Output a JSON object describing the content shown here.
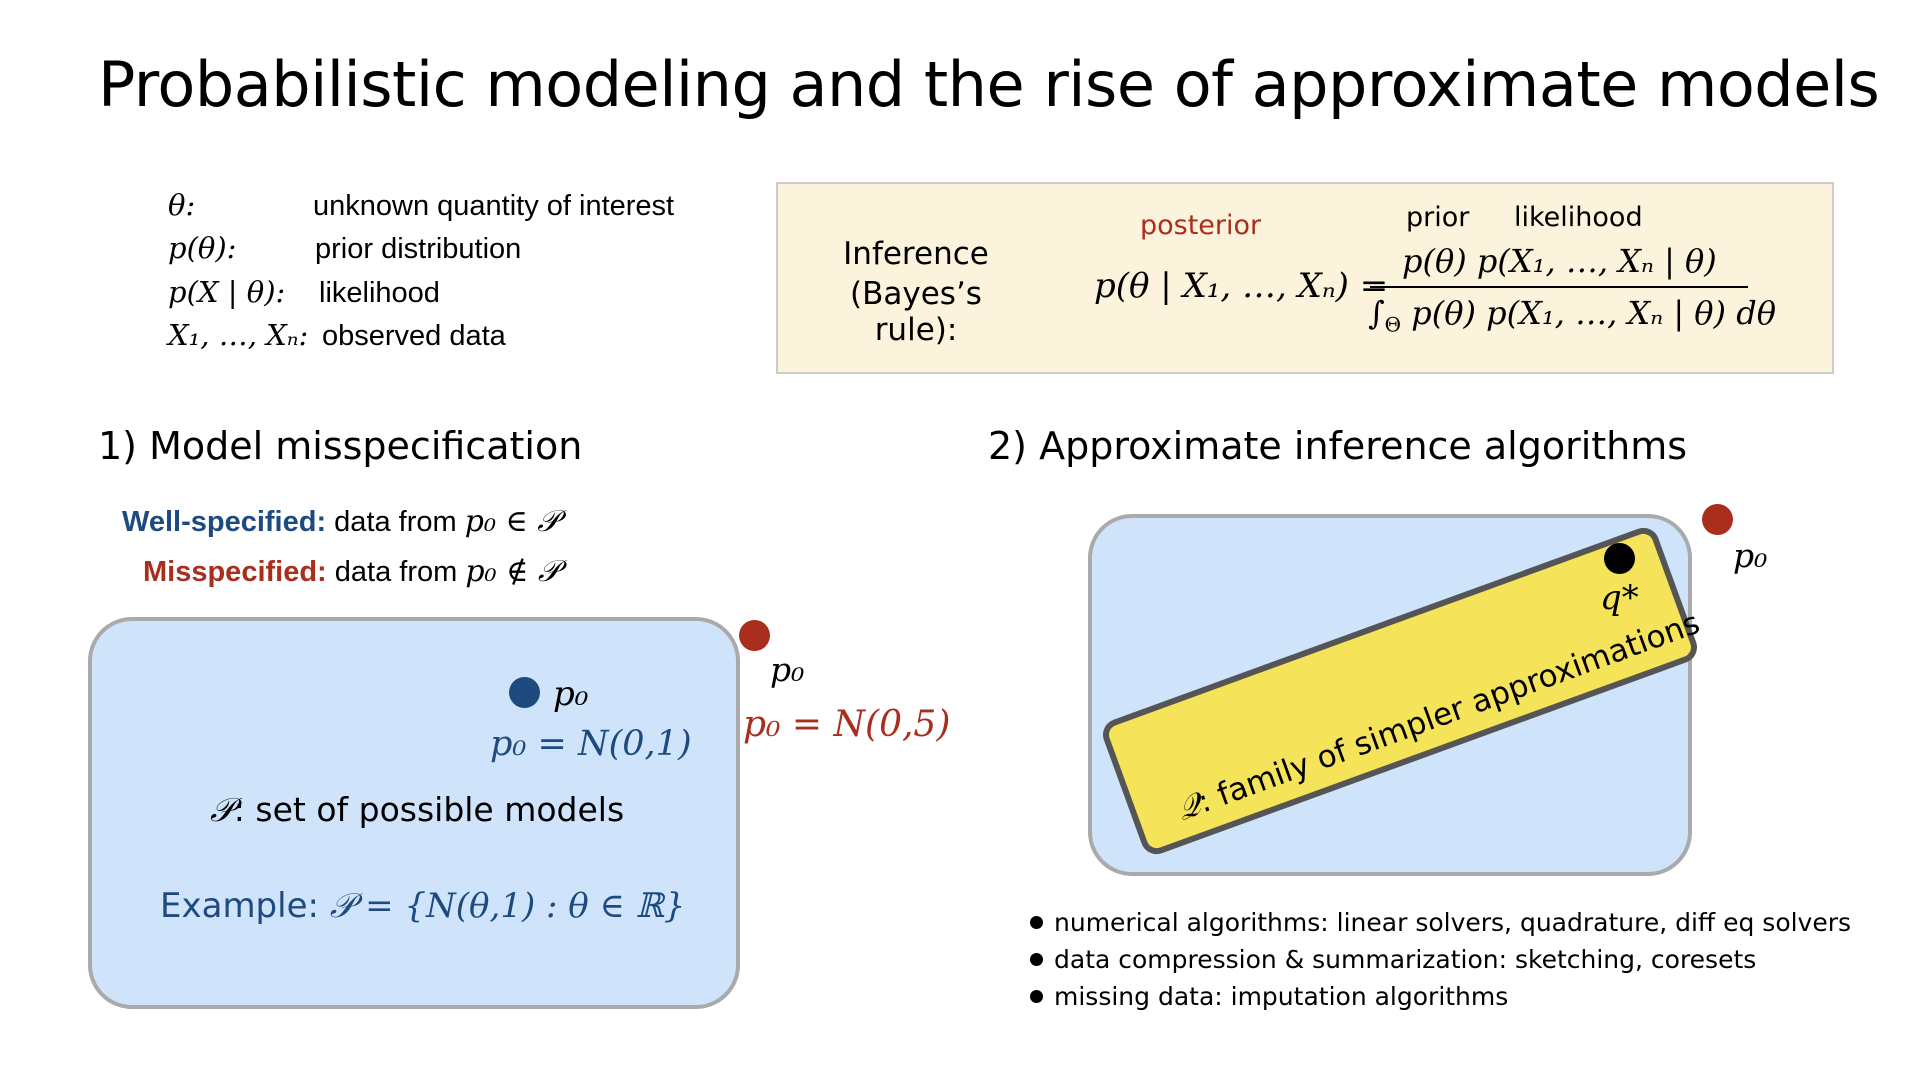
{
  "title": "Probabilistic modeling and the rise of approximate models",
  "definitions": [
    {
      "symbol": "θ:",
      "text": "unknown quantity of interest"
    },
    {
      "symbol": "p(θ):",
      "text": "prior distribution"
    },
    {
      "symbol": "p(X | θ):",
      "text": "likelihood"
    },
    {
      "symbol": "X₁, …, Xₙ:",
      "text": "observed data"
    }
  ],
  "bayes": {
    "label_line1": "Inference",
    "label_line2": "(Bayes’s rule):",
    "posterior_label": "posterior",
    "prior_label": "prior",
    "likelihood_label": "likelihood",
    "lhs": "p(θ | X₁, …, Xₙ) =",
    "numerator": "p(θ) p(X₁, …, Xₙ | θ)",
    "denominator": "∫",
    "denominator_sub": "Θ",
    "denominator_rest": " p(θ) p(X₁, …, Xₙ | θ) dθ"
  },
  "section1": {
    "heading": "1) Model misspecification",
    "well_label": "Well-specified:",
    "well_text": " data from ",
    "well_math": "p₀ ∈ 𝒫",
    "mis_label": "Misspecified:",
    "mis_text": " data from ",
    "mis_math": "p₀ ∉ 𝒫",
    "inner_p0": "p₀",
    "inner_p0_eq": "p₀ = N(0,1)",
    "set_symbol": "𝒫",
    "set_desc": ": set of possible models",
    "example_prefix": "Example: ",
    "example_math": "𝒫 = {N(θ,1) : θ ∈ ℝ}",
    "outer_p0": "p₀",
    "outer_p0_eq": "p₀ = N(0,5)"
  },
  "section2": {
    "heading": "2) Approximate inference algorithms",
    "outer_p0": "p₀",
    "q_star": "q*",
    "family_symbol": "𝒬",
    "family_desc": ": family of simpler approximations",
    "bullets": [
      "numerical algorithms: linear solvers, quadrature, diff eq solvers",
      "data compression & summarization: sketching, coresets",
      "missing data: imputation algorithms"
    ]
  },
  "colors": {
    "blue_dark": "#1e4b7f",
    "red_dark": "#aa2e1e",
    "box_blue": "#cfe4fb",
    "box_yellow": "#f5e35a",
    "bayes_bg": "#fbf3dc"
  }
}
